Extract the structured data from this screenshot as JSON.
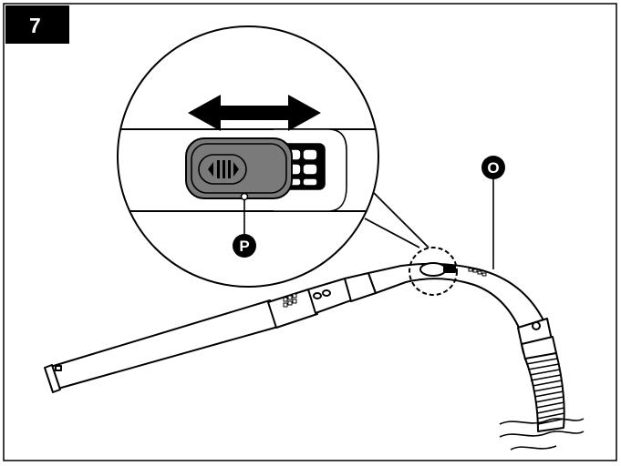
{
  "step": {
    "number": "7"
  },
  "callouts": {
    "slider": "P",
    "hose": "O"
  },
  "icons": {
    "direction": "double-arrow-icon",
    "slider": "slider-switch-icon"
  },
  "colors": {
    "ink": "#000000",
    "slider_fill": "#7a7a7a",
    "paper": "#ffffff"
  }
}
